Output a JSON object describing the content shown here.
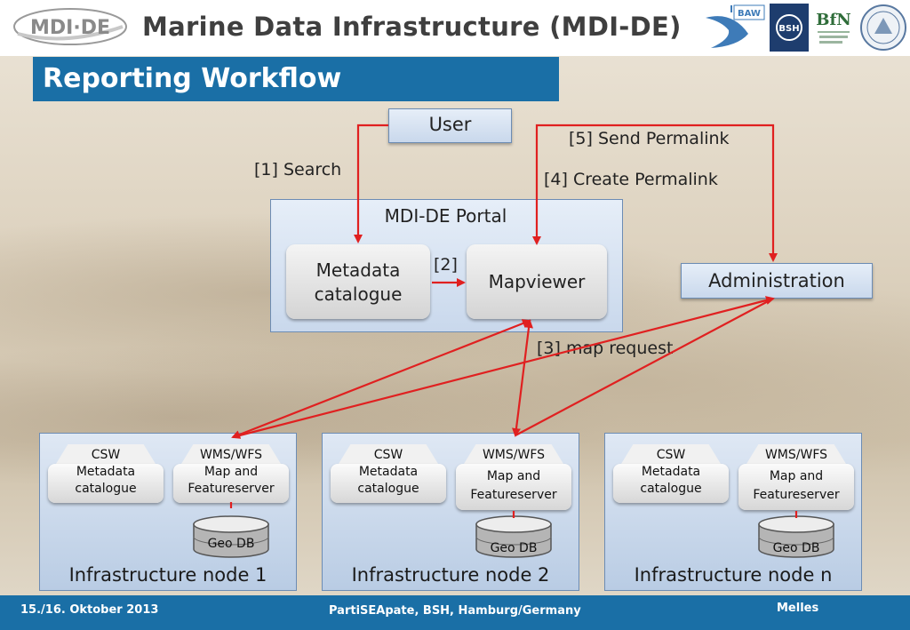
{
  "header": {
    "logo_text": "MDI·DE",
    "title": "Marine Data Infrastructure (MDI-DE)",
    "partners": [
      "BAW",
      "BSH",
      "BfN"
    ]
  },
  "section": {
    "title": "Reporting Workflow"
  },
  "diagram": {
    "user": "User",
    "portal": "MDI-DE Portal",
    "metadata_catalogue": "Metadata\ncatalogue",
    "mapviewer": "Mapviewer",
    "administration": "Administration",
    "labels": {
      "search": "[1] Search",
      "step2": "[2]",
      "map_request": "[3] map request",
      "create_permalink": "[4] Create Permalink",
      "send_permalink": "[5] Send Permalink"
    },
    "nodes": [
      {
        "title": "Infrastructure node 1",
        "csw": "CSW",
        "csw_label": "Metadata\ncatalogue",
        "wms": "WMS/WFS",
        "wms_label": "Map and\nFeatureserver",
        "db": "Geo DB"
      },
      {
        "title": "Infrastructure node 2",
        "csw": "CSW",
        "csw_label": "Metadata\ncatalogue",
        "wms": "WMS/WFS",
        "wms_label": "Map  and\nFeatureserver",
        "db": "Geo  DB"
      },
      {
        "title": "Infrastructure node n",
        "csw": "CSW",
        "csw_label": "Metadata\ncatalogue",
        "wms": "WMS/WFS",
        "wms_label": "Map  and\nFeatureserver",
        "db": "Geo  DB"
      }
    ]
  },
  "footer": {
    "date": "15./16. Oktober 2013",
    "event": "PartiSEApate, BSH, Hamburg/Germany",
    "author": "Melles"
  },
  "colors": {
    "accent": "#1a6fa6",
    "arrow": "#e02020"
  }
}
